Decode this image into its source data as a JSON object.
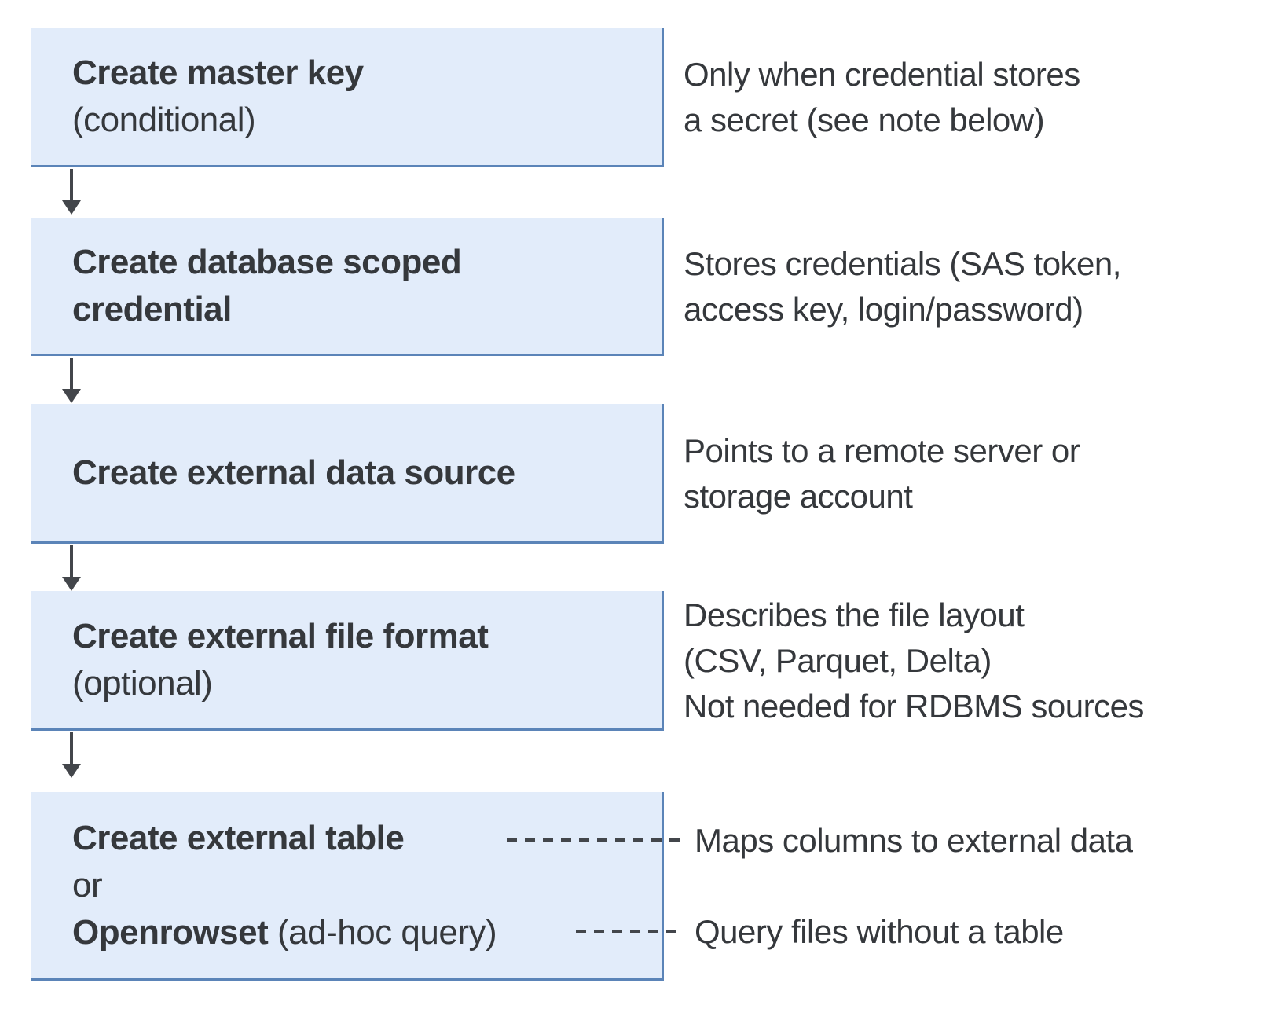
{
  "steps": [
    {
      "box": {
        "title": "Create master key",
        "qualifier": "(conditional)"
      },
      "note": {
        "line1": "Only when credential stores",
        "line2": "a secret (see note below)"
      }
    },
    {
      "box": {
        "title_line1": "Create database scoped",
        "title_line2": "credential"
      },
      "note": {
        "line1": "Stores credentials (SAS token,",
        "line2": "access key, login/password)"
      }
    },
    {
      "box": {
        "title": "Create external data source"
      },
      "note": {
        "line1": "Points to a remote server or",
        "line2": "storage account"
      }
    },
    {
      "box": {
        "title": "Create external file format",
        "qualifier": "(optional)"
      },
      "note": {
        "line1": "Describes the file layout",
        "line2": "(CSV, Parquet, Delta)",
        "line3": "Not needed for RDBMS sources"
      }
    },
    {
      "box": {
        "title": "Create external table",
        "conjunction": "or",
        "alt_title": "Openrowset",
        "alt_qualifier": " (ad-hoc query)"
      },
      "note_external_table": "Maps columns to external data",
      "note_openrowset": "Query files without a table"
    }
  ],
  "colors": {
    "box_fill": "#e2ecfa",
    "box_border": "#5b84b8",
    "connector": "#43464b",
    "text": "#35383c"
  }
}
